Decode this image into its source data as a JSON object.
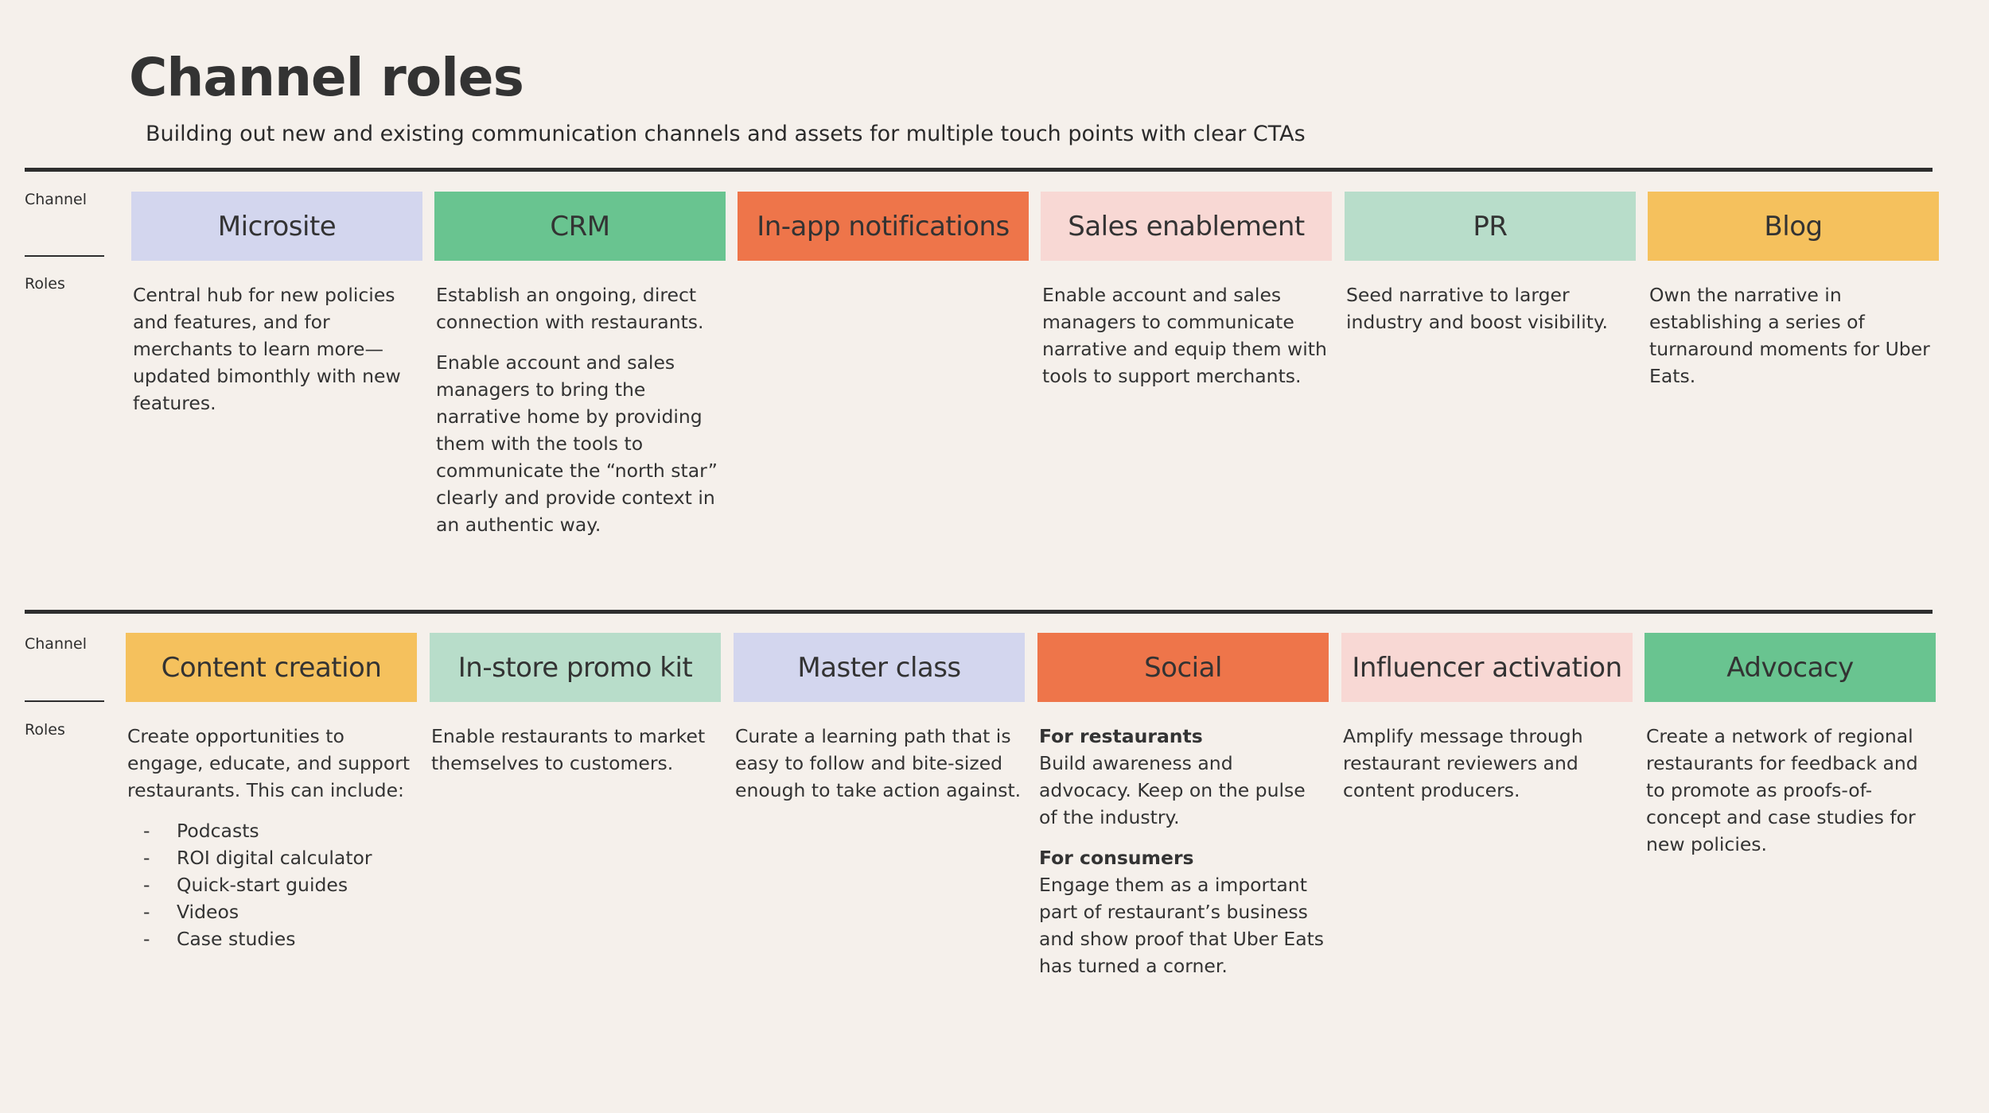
{
  "title": "Channel roles",
  "subtitle": "Building out new and existing communication channels and assets for multiple touch points with clear CTAs",
  "labels": {
    "channel": "Channel",
    "roles": "Roles"
  },
  "colors": {
    "lavender": "#d3d6ee",
    "green": "#69c490",
    "orange": "#ee754a",
    "pink": "#f8d8d4",
    "mint": "#b8ddca",
    "yellow": "#f5c15d"
  },
  "row1": [
    {
      "name": "Microsite",
      "color": "#d3d6ee",
      "paras": [
        "Central hub for new policies and features, and for merchants to learn more—updated bimonthly with new features."
      ]
    },
    {
      "name": "CRM",
      "color": "#69c490",
      "paras": [
        "Establish an ongoing, direct connection with restaurants.",
        "Enable account and sales managers to bring the narrative home by providing them with the tools to communicate the “north star” clearly and provide context in an authentic way."
      ]
    },
    {
      "name": "In-app notifications",
      "color": "#ee754a",
      "paras": []
    },
    {
      "name": "Sales enablement",
      "color": "#f8d8d4",
      "paras": [
        "Enable account and sales managers to communicate narrative and equip them with tools to support merchants."
      ]
    },
    {
      "name": "PR",
      "color": "#b8ddca",
      "paras": [
        "Seed narrative to larger industry and boost visibility."
      ]
    },
    {
      "name": "Blog",
      "color": "#f5c15d",
      "paras": [
        "Own the narrative in establishing a series of turnaround moments for Uber Eats."
      ]
    }
  ],
  "row2": [
    {
      "name": "Content creation",
      "color": "#f5c15d",
      "paras": [
        "Create opportunities to engage, educate, and support restaurants. This can include:"
      ],
      "list": [
        "Podcasts",
        "ROI digital calculator",
        "Quick-start guides",
        "Videos",
        "Case studies"
      ]
    },
    {
      "name": "In-store promo kit",
      "color": "#b8ddca",
      "paras": [
        "Enable restaurants to market themselves to customers."
      ]
    },
    {
      "name": "Master class",
      "color": "#d3d6ee",
      "paras": [
        "Curate a learning path that is easy to follow and bite-sized enough to take action against."
      ]
    },
    {
      "name": "Social",
      "color": "#ee754a",
      "sections": [
        {
          "heading": "For restaurants",
          "text": "Build awareness and advocacy. Keep on the pulse of the industry."
        },
        {
          "heading": "For consumers",
          "text": "Engage them as a important part of restaurant’s business and show proof that Uber Eats has turned a corner."
        }
      ]
    },
    {
      "name": "Influencer activation",
      "color": "#f8d8d4",
      "paras": [
        "Amplify message through restaurant reviewers and content producers."
      ]
    },
    {
      "name": "Advocacy",
      "color": "#69c490",
      "paras": [
        "Create a network of regional restaurants for feedback and to promote as proofs-of-concept and case studies for new policies."
      ]
    }
  ]
}
